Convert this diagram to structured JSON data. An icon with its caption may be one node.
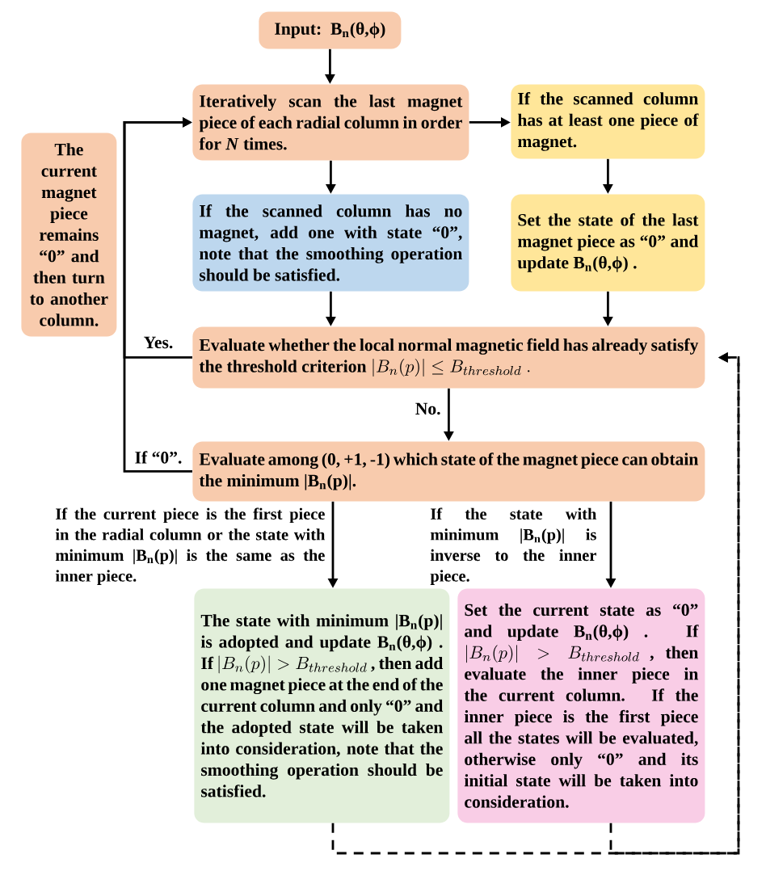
{
  "diagram": {
    "nodes": [
      {
        "text": [
          "Input: B$_{n}$(θ,ϕ)"
        ]
      },
      {
        "text": [
          "Iteratively scan the last magnet piece of each radial column in order for *N* times."
        ]
      },
      {
        "text": [
          "If the scanned column has at least one piece of magnet."
        ]
      },
      {
        "text": [
          "The current magnet piece remains “0” and then turn to another column."
        ]
      },
      {
        "text": [
          "If the scanned column has no magnet, add one with state “0”, note that the smoothing operation should be satisfied."
        ]
      },
      {
        "text": [
          "Set the state of the last magnet piece as “0” and update B$_{n}$(θ,ϕ) ."
        ]
      },
      {
        "text": [
          "Evaluate whether the local normal magnetic field has already satisfy the threshold criterion",
          "|B_{n}(p)| \\le B_{threshold}\\ ."
        ]
      },
      {
        "text": [
          "Evaluate among (0, +1, -1) which state of the magnet piece can obtain the minimum |B$_{n}$(p)|."
        ]
      },
      {
        "text": [
          "The state with minimum |B$_{n}$(p)| is adopted and update B$_{n}$(θ,ϕ) . If",
          "|B_{n}(p)| > B_{threshold}",
          ", then add one magnet piece at the end of the current column and only “0” and the adopted state will be taken into consideration, note that the smoothing operation should be satisfied."
        ]
      },
      {
        "text": [
          "Set the current state as “0” and update B$_{n}$(θ,ϕ) . If",
          "|B_{n}(p)| > B_{threshold}",
          ", then evaluate the inner piece in the current column. If the inner piece is the first piece all the states will be evaluated, otherwise only “0” and its initial state will be taken into consideration."
        ]
      }
    ],
    "edges": [
      {
        "from": 0,
        "to": 1,
        "arrow": "to"
      },
      {
        "from": 1,
        "to": 2,
        "arrow": "to"
      },
      {
        "from": 1,
        "to": 4,
        "arrow": "to"
      },
      {
        "from": 2,
        "to": 5,
        "arrow": "to"
      },
      {
        "from": 4,
        "to": 6,
        "arrow": "to"
      },
      {
        "from": 5,
        "to": 6,
        "arrow": "to"
      },
      {
        "from": 6,
        "to": 1,
        "arrow": "to",
        "label": "Yes."
      },
      {
        "from": 6,
        "to": 7,
        "arrow": "to",
        "label": "No."
      },
      {
        "from": 7,
        "to": 1,
        "arrow": "to",
        "label": "If “0”."
      },
      {
        "from": 7,
        "to": 8,
        "arrow": "to",
        "label": "If the current piece is the first piece in the radial column or the state with minimum |B$_{n}$(p)| is the same as the inner piece."
      },
      {
        "from": 7,
        "to": 9,
        "arrow": "to",
        "label": "If the state with minimum |B$_{n}$(p)| is inverse to the inner piece."
      },
      {
        "from": 8,
        "to": 6,
        "arrow": "to",
        "style": "dashed"
      },
      {
        "from": 9,
        "to": 6,
        "arrow": "to",
        "style": "dashed"
      }
    ]
  }
}
